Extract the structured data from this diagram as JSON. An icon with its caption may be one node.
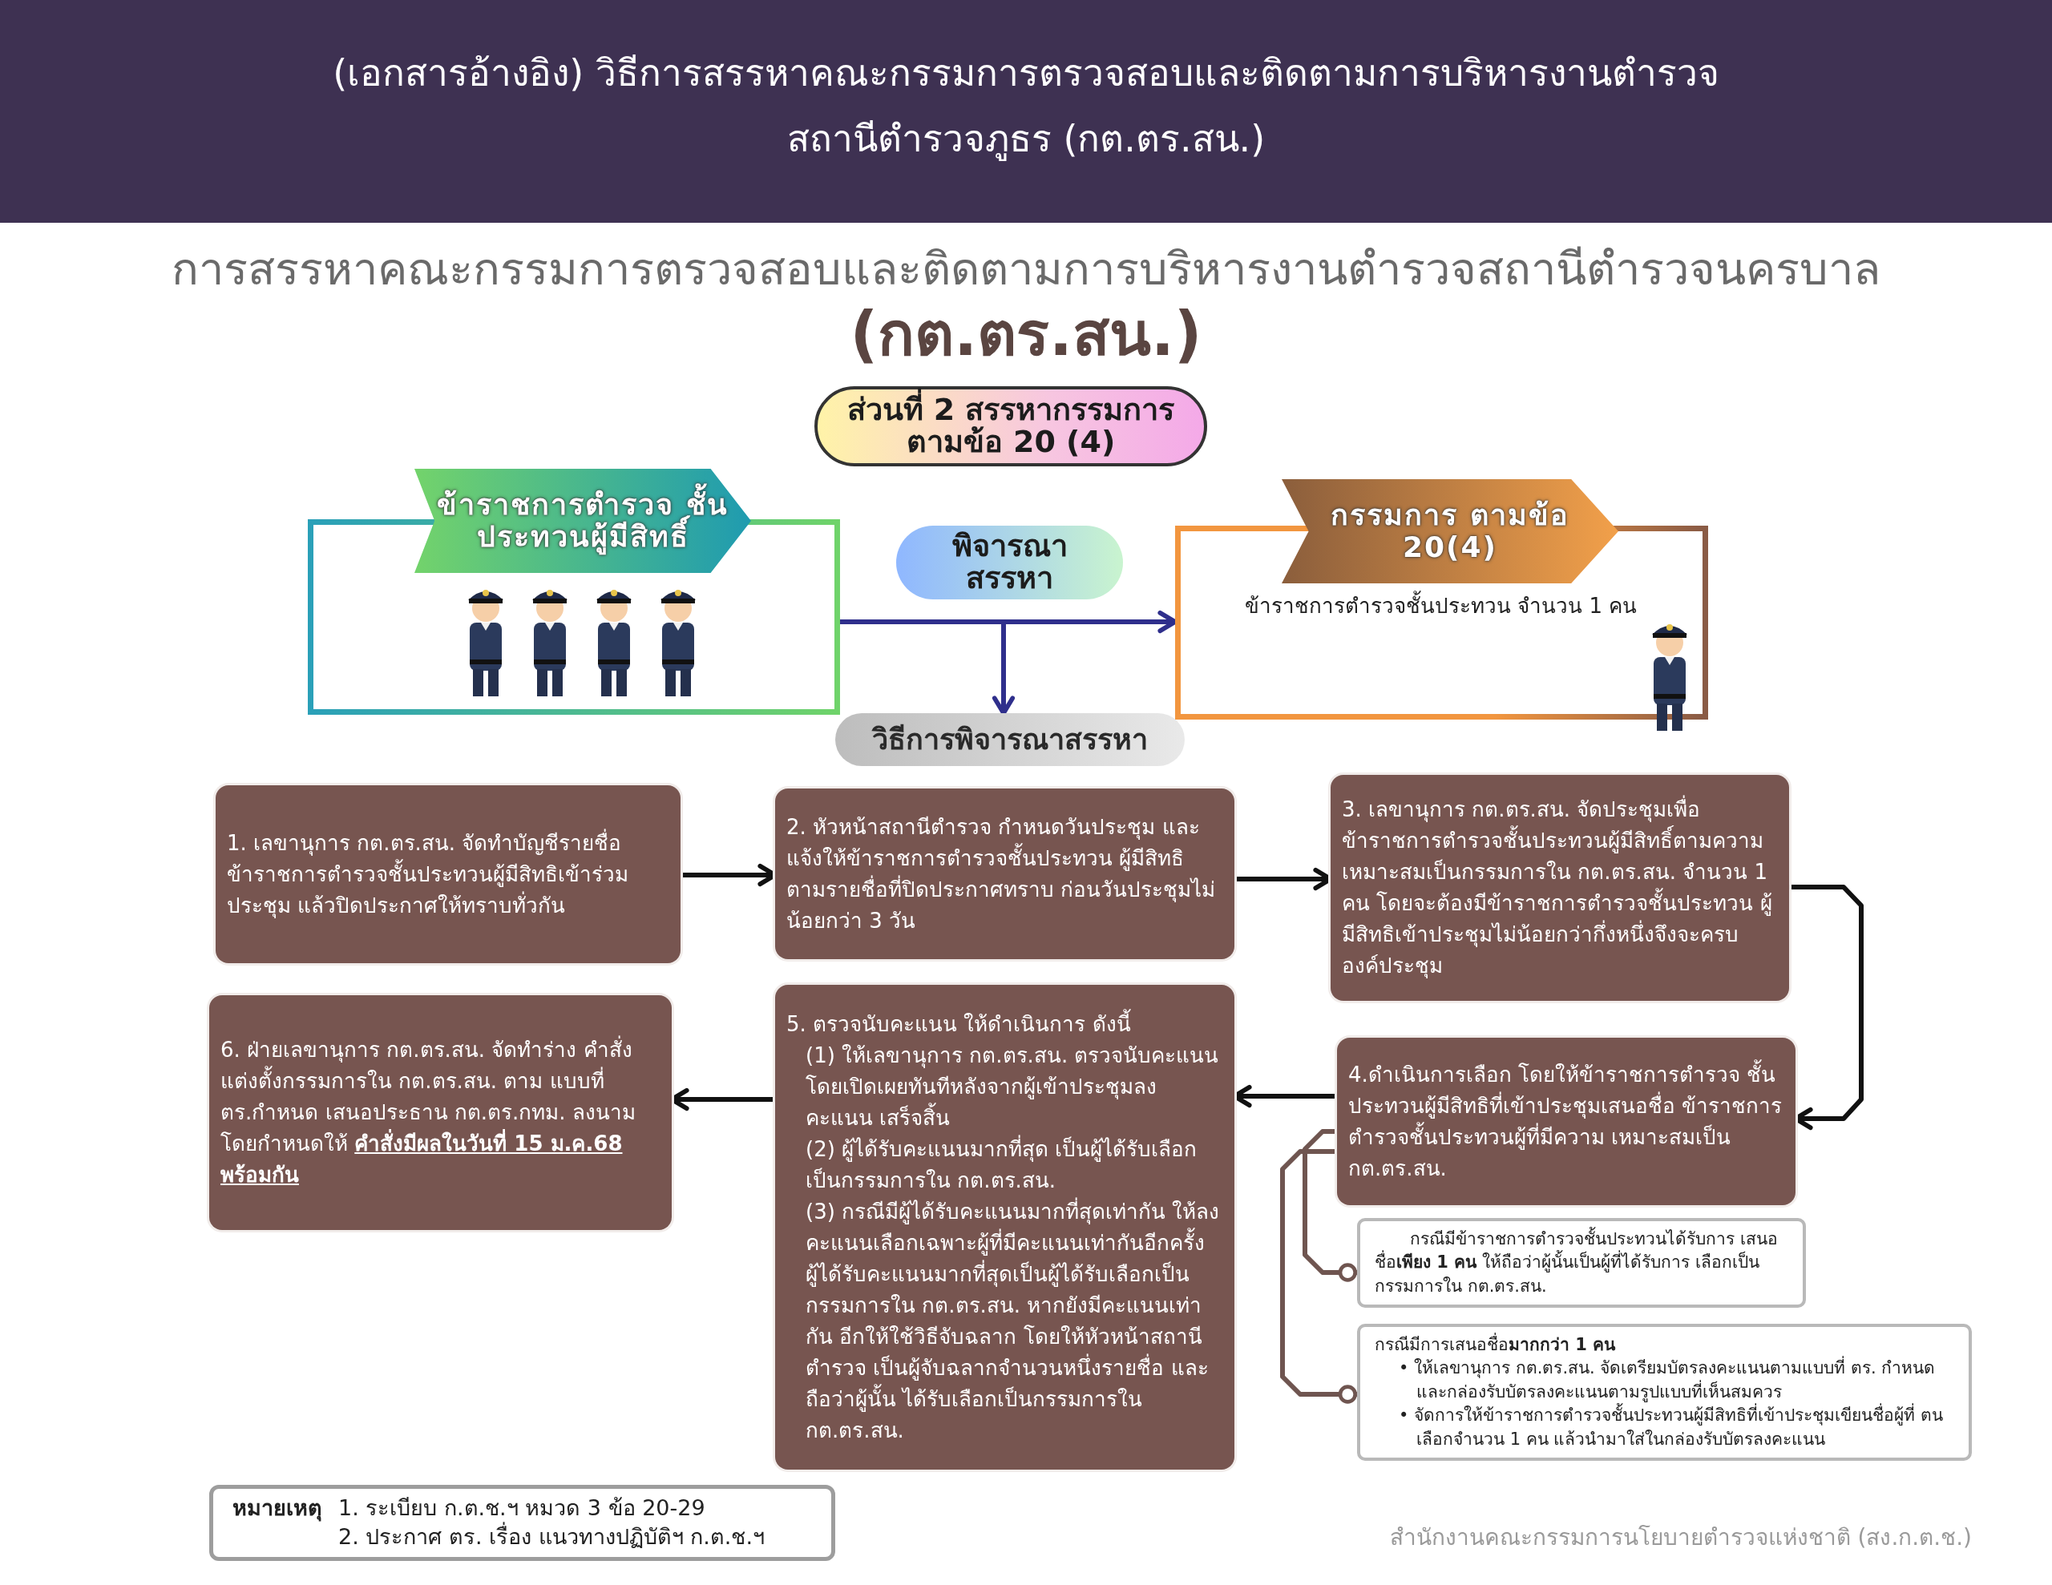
{
  "diagram": {
    "title": "การสรรหาคณะกรรมการตรวจสอบและติดตามการบริหารงานตำรวจสถานีตำรวจนครบาล **(กต.ตร.สน.)**",
    "nodes": [
      {
        "text": [
          "ส่วนที่ 2 สรรหากรรมการ ตามข้อ 20 (4)"
        ]
      },
      {
        "text": [
          "ข้าราชการตำรวจ ชั้นประทวนผู้มีสิทธิ์"
        ]
      },
      {
        "text": [
          "พิจารณา สรรหา"
        ]
      },
      {
        "text": [
          "กรรมการ ตามข้อ 20(4)",
          "ข้าราชการตำรวจชั้นประทวน จำนวน 1 คน"
        ]
      },
      {
        "text": [
          "วิธีการพิจารณาสรรหา"
        ]
      },
      {
        "text": [
          "1. เลขานุการ กต.ตร.สน. จัดทำบัญชีรายชื่อ ข้าราชการตำรวจชั้นประทวนผู้มีสิทธิเข้าร่วม ประชุม แล้วปิดประกาศให้ทราบทั่วกัน"
        ]
      },
      {
        "text": [
          "2. หัวหน้าสถานีตำรวจ กำหนดวันประชุม และ แจ้งให้ข้าราชการตำรวจชั้นประทวน ผู้มีสิทธิตามรายชื่อที่ปิดประกาศทราบ ก่อนวันประชุมไม่น้อยกว่า 3 วัน"
        ]
      },
      {
        "text": [
          "3. เลขานุการ กต.ตร.สน. จัดประชุมเพื่อ ข้าราชการตำรวจชั้นประทวนผู้มีสิทธิ์ตามความ เหมาะสมเป็นกรรมการใน กต.ตร.สน. จำนวน 1 คน โดยจะต้องมีข้าราชการตำรวจชั้นประทวน ผู้มีสิทธิเข้าประชุมไม่น้อยกว่ากึ่งหนึ่งจึงจะครบ องค์ประชุม"
        ]
      },
      {
        "text": [
          "4.ดำเนินการเลือก โดยให้ข้าราชการตำรวจ ชั้นประทวนผู้มีสิทธิที่เข้าประชุมเสนอชื่อ ข้าราชการตำรวจชั้นประทวนผู้ที่มีความ เหมาะสมเป็น กต.ตร.สน."
        ]
      },
      {
        "text": [
          "5. ตรวจนับคะแนน ให้ดำเนินการ ดังนี้",
          "(1) ให้เลขานุการ กต.ตร.สน. ตรวจนับคะแนน โดยเปิดเผยทันทีหลังจากผู้เข้าประชุมลงคะแนน เสร็จสิ้น",
          "(2) ผู้ได้รับคะแนนมากที่สุด เป็นผู้ได้รับเลือก เป็นกรรมการใน กต.ตร.สน.",
          "(3) กรณีมีผู้ได้รับคะแนนมากที่สุดเท่ากัน ให้ลง คะแนนเลือกเฉพาะผู้ที่มีคะแนนเท่ากันอีกครั้ง ผู้ได้รับคะแนนมากที่สุดเป็นผู้ได้รับเลือกเป็น กรรมการใน กต.ตร.สน. หากยังมีคะแนนเท่ากัน อีกให้ใช้วิธีจับฉลาก โดยให้หัวหน้าสถานีตำรวจ เป็นผู้จับฉลากจำนวนหนึ่งรายชื่อ และถือว่าผู้นั้น ได้รับเลือกเป็นกรรมการใน กต.ตร.สน."
        ]
      },
      {
        "text": [
          "6. ฝ่ายเลขานุการ กต.ตร.สน. จัดทำร่าง คำสั่งแต่งตั้งกรรมการใน กต.ตร.สน. ตาม แบบที่ ตร.กำหนด เสนอประธาน กต.ตร.กทม. ลงนาม โดยกำหนดให้ **คำสั่งมีผลในวันที่ 15 ม.ค.68 พร้อมกัน**"
        ]
      },
      {
        "text": [
          "กรณีมีข้าราชการตำรวจชั้นประทวนได้รับการ เสนอชื่อ**เพียง 1 คน** ให้ถือว่าผู้นั้นเป็นผู้ที่ได้รับการ เลือกเป็นกรรมการใน กต.ตร.สน."
        ]
      },
      {
        "text": [
          "กรณีมีการเสนอชื่อ**มากกว่า 1 คน**",
          "• ให้เลขานุการ กต.ตร.สน. จัดเตรียมบัตรลงคะแนนตามแบบที่ ตร. กำหนด และกล่องรับบัตรลงคะแนนตามรูปแบบที่เห็นสมควร",
          "• จัดการให้ข้าราชการตำรวจชั้นประทวนผู้มีสิทธิที่เข้าประชุมเขียนชื่อผู้ที่ ตนเลือกจำนวน 1 คน แล้วนำมาใส่ในกล่องรับบัตรลงคะแนน"
        ]
      },
      {
        "text": [
          "หมายเหตุ",
          "1. ระเบียบ ก.ต.ช.ฯ หมวด 3 ข้อ 20-29",
          "2. ประกาศ ตร. เรื่อง แนวทางปฏิบัติฯ ก.ต.ช.ฯ"
        ]
      }
    ],
    "edges": [
      {
        "from": 1,
        "to": 3,
        "arrow": "to",
        "color": "#2f2f8c"
      },
      {
        "from": 1,
        "to": 4,
        "arrow": "to",
        "color": "#2f2f8c"
      },
      {
        "from": 5,
        "to": 6,
        "arrow": "to"
      },
      {
        "from": 6,
        "to": 7,
        "arrow": "to"
      },
      {
        "from": 7,
        "to": 8,
        "arrow": "to"
      },
      {
        "from": 8,
        "to": 9,
        "arrow": "to"
      },
      {
        "from": 9,
        "to": 10,
        "arrow": "to"
      },
      {
        "from": 8,
        "to": 11,
        "arrow": "other",
        "color": "#6f5550"
      },
      {
        "from": 8,
        "to": 12,
        "arrow": "other",
        "color": "#6f5550"
      }
    ],
    "labels": [
      "(เอกสารอ้างอิง)  วิธีการสรรหาคณะกรรมการตรวจสอบและติดตามการบริหารงานตำรวจ สถานีตำรวจภูธร (กต.ตร.สน.)",
      "สำนักงานคณะกรรมการนโยบายตำรวจแห่งชาติ (สง.ก.ต.ช.)"
    ]
  }
}
